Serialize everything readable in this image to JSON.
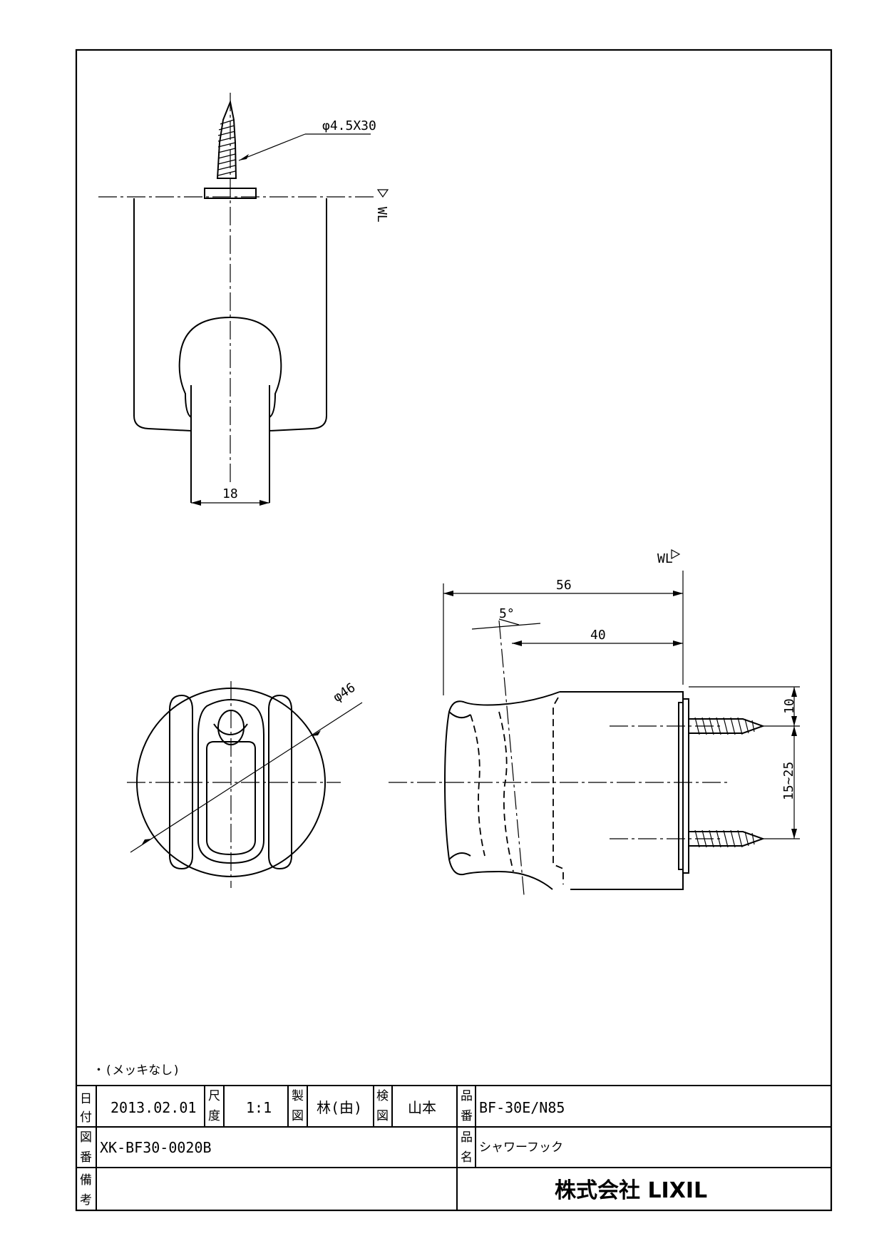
{
  "drawing": {
    "top_view": {
      "screw_callout": "φ4.5X30",
      "wl_mark": "WL",
      "width_dim": "18"
    },
    "side_view": {
      "wl_mark": "WL",
      "dim_56": "56",
      "dim_40": "40",
      "angle": "5°",
      "dim_10": "10",
      "dim_15_25": "15~25"
    },
    "front_view": {
      "diameter": "φ46"
    },
    "note": "・(メッキなし)"
  },
  "title_block": {
    "date_label": [
      "日",
      "付"
    ],
    "date_value": "2013.02.01",
    "scale_label": [
      "尺",
      "度"
    ],
    "scale_value": "1:1",
    "drafter_label": [
      "製",
      "図"
    ],
    "drafter_value": "林(由)",
    "checker_label": [
      "検",
      "図"
    ],
    "checker_value": "山本",
    "part_no_label": [
      "品",
      "番"
    ],
    "part_no_value": "BF-30E/N85",
    "drawing_no_label": [
      "図",
      "番"
    ],
    "drawing_no_value": "XK-BF30-0020B",
    "part_name_label": [
      "品",
      "名"
    ],
    "part_name_value": "シャワーフック",
    "remarks_label": [
      "備",
      "考"
    ],
    "company": "株式会社 LIXIL"
  }
}
